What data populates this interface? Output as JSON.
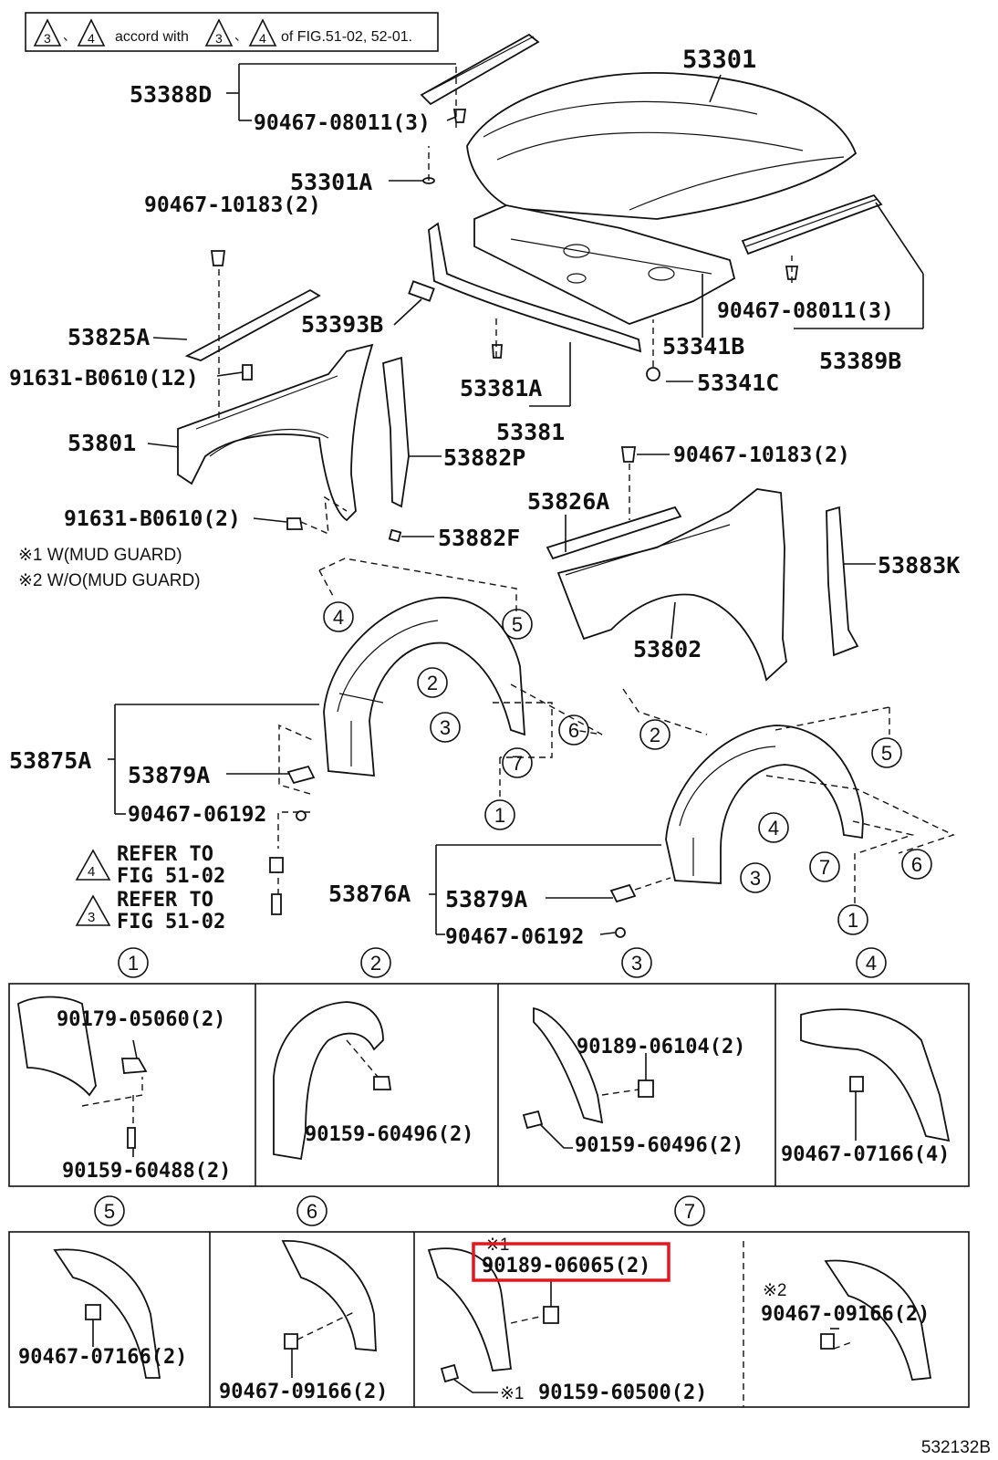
{
  "header_note": {
    "tri_a": "3",
    "tri_b": "4",
    "text1": "accord with",
    "tri_c": "3",
    "tri_d": "4",
    "text2": "of FIG.51-02, 52-01."
  },
  "labels": {
    "l53301": "53301",
    "l53388D": "53388D",
    "l90467_08011_a": "90467-08011(3)",
    "l53301A": "53301A",
    "l90467_10183_a": "90467-10183(2)",
    "l53825A": "53825A",
    "l53393B": "53393B",
    "l91631_B0610_12": "91631-B0610(12)",
    "l53381A": "53381A",
    "l53381": "53381",
    "l53341B": "53341B",
    "l53341C": "53341C",
    "l90467_08011_b": "90467-08011(3)",
    "l53389B": "53389B",
    "l53801": "53801",
    "l53882P": "53882P",
    "l90467_10183_b": "90467-10183(2)",
    "l53826A": "53826A",
    "l91631_B0610_2": "91631-B0610(2)",
    "l53882F": "53882F",
    "l53883K": "53883K",
    "l53802": "53802",
    "l53875A": "53875A",
    "l53879A_a": "53879A",
    "l90467_06192_a": "90467-06192",
    "l53876A": "53876A",
    "l53879A_b": "53879A",
    "l90467_06192_b": "90467-06192"
  },
  "notes": {
    "mud1": "※1 W(MUD GUARD)",
    "mud2": "※2 W/O(MUD GUARD)"
  },
  "refer": {
    "tri4": "4",
    "tri3": "3",
    "refer_to": "REFER TO",
    "fig": "FIG 51-02"
  },
  "callouts_left": {
    "c1": "1",
    "c2": "2",
    "c3": "3",
    "c4": "4",
    "c5": "5",
    "c6": "6",
    "c7": "7"
  },
  "callouts_right": {
    "c1": "1",
    "c2": "2",
    "c3": "3",
    "c4": "4",
    "c5": "5",
    "c6": "6",
    "c7": "7"
  },
  "detail_row1": {
    "n1": "1",
    "n2": "2",
    "n3": "3",
    "n4": "4",
    "p1a": "90179-05060(2)",
    "p1b": "90159-60488(2)",
    "p2": "90159-60496(2)",
    "p3a": "90189-06104(2)",
    "p3b": "90159-60496(2)",
    "p4": "90467-07166(4)"
  },
  "detail_row2": {
    "n5": "5",
    "n6": "6",
    "n7": "7",
    "p5": "90467-07166(2)",
    "p6": "90467-09166(2)",
    "mark1_top": "※1",
    "p7a": "90189-06065(2)",
    "mark1_bottom": "※1",
    "p7b": "90159-60500(2)",
    "mark2": "※2",
    "p7c": "90467-09166(2)"
  },
  "figure_id": "532132B",
  "colors": {
    "highlight": "#e8141c",
    "ink": "#111111"
  }
}
